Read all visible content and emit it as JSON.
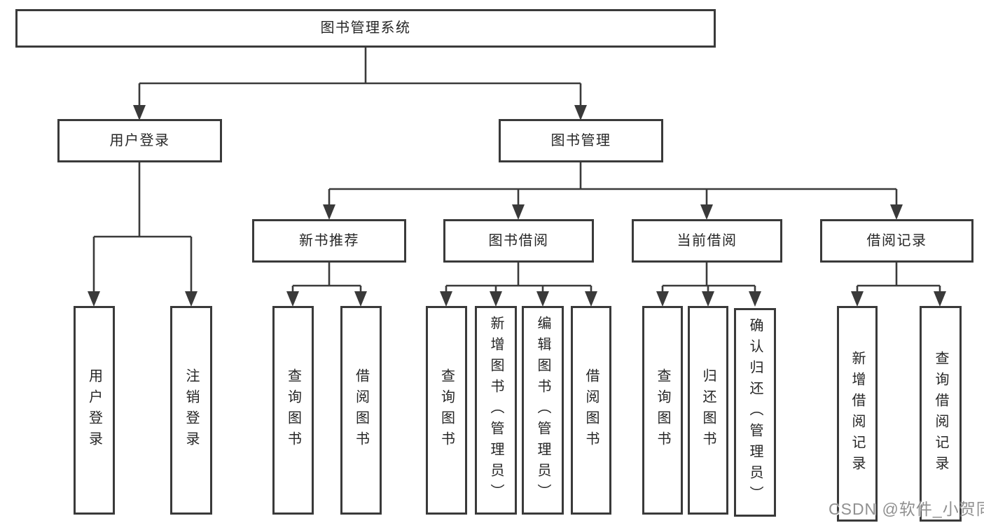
{
  "diagram": {
    "root": {
      "label": "图书管理系统"
    },
    "level2": [
      {
        "id": "user-login",
        "label": "用户登录",
        "parent": "root"
      },
      {
        "id": "book-management",
        "label": "图书管理",
        "parent": "root"
      }
    ],
    "level3": [
      {
        "id": "new-book-recommend",
        "label": "新书推荐",
        "parent": "book-management"
      },
      {
        "id": "book-borrowing",
        "label": "图书借阅",
        "parent": "book-management"
      },
      {
        "id": "current-borrowing",
        "label": "当前借阅",
        "parent": "book-management"
      },
      {
        "id": "borrow-records",
        "label": "借阅记录",
        "parent": "book-management"
      }
    ],
    "leaves": {
      "user_login": [
        {
          "label": "用户登录"
        },
        {
          "label": "注销登录"
        }
      ],
      "new_book_recommend": [
        {
          "label": "查询图书"
        },
        {
          "label": "借阅图书"
        }
      ],
      "book_borrowing": [
        {
          "label": "查询图书"
        },
        {
          "label": "新增图书（管理员）"
        },
        {
          "label": "编辑图书（管理员）"
        },
        {
          "label": "借阅图书"
        }
      ],
      "current_borrowing": [
        {
          "label": "查询图书"
        },
        {
          "label": "归还图书"
        },
        {
          "label": "确认归还（管理员）"
        }
      ],
      "borrow_records": [
        {
          "label": "新增借阅记录"
        },
        {
          "label": "查询借阅记录"
        }
      ]
    }
  },
  "watermark": {
    "text": "CSDN @软件_小贺同学"
  },
  "colors": {
    "background": "#ffffff",
    "line": "#3a3a3a",
    "box_border": "#3a3a3a",
    "text": "#262626",
    "watermark": "#878787"
  }
}
